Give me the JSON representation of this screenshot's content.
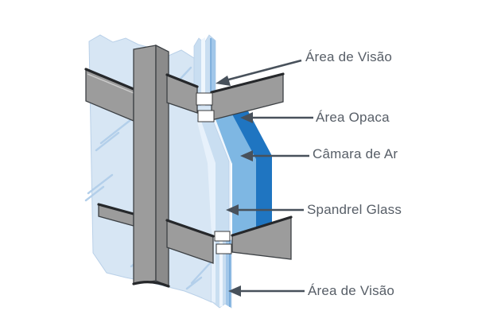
{
  "diagram": {
    "labels": [
      {
        "id": "area-de-visao-top",
        "text": "Área de Visão"
      },
      {
        "id": "area-opaca",
        "text": "Área Opaca"
      },
      {
        "id": "camara-de-ar",
        "text": "Câmara de Ar"
      },
      {
        "id": "spandrel-glass",
        "text": "Spandrel Glass"
      },
      {
        "id": "area-de-visao-bottom",
        "text": "Área de Visão"
      }
    ],
    "colors": {
      "background": "#ffffff",
      "glass_light": "#d7e6f4",
      "glass_pane": "#c9def1",
      "glass_highlight": "#eff6fd",
      "glass_edge": "#b9d0e8",
      "glass_edge_blue": "#a2c7e9",
      "reflection": "#b3cfea",
      "spandrel_medium_blue": "#7eb7e3",
      "spandrel_dark_blue": "#1f75c1",
      "frame_gray": "#9c9c9c",
      "frame_gray_dark": "#8b8b8b",
      "outline": "#3c4044",
      "outline_dark": "#26282b",
      "label_text": "#575e67",
      "arrow": "#48515b"
    }
  }
}
